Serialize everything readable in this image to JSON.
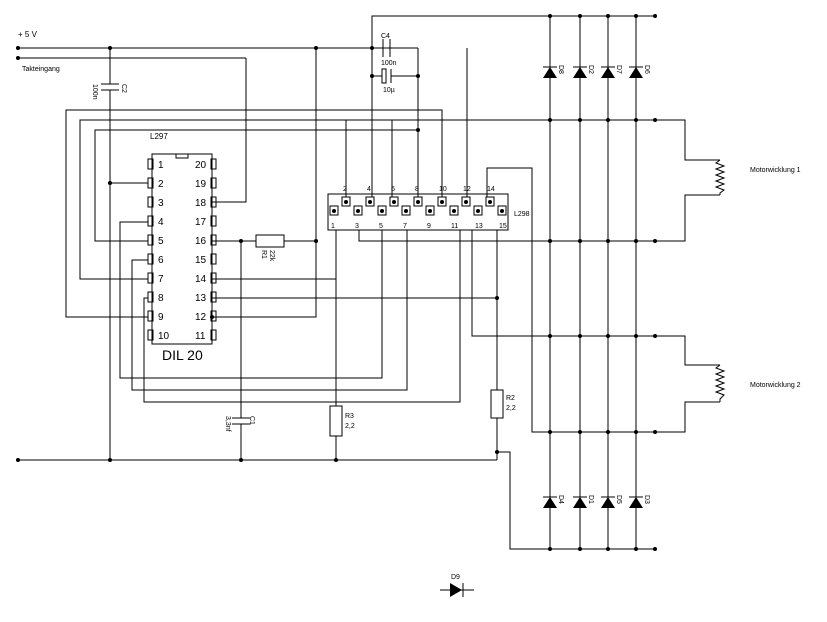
{
  "labels": {
    "vcc": "+ 5 V",
    "clock_input": "Takteingang",
    "ic1_name": "L297",
    "ic1_package": "DIL 20",
    "ic2_name": "L298",
    "winding1": "Motorwicklung 1",
    "winding2": "Motorwicklung 2"
  },
  "components": {
    "c2": {
      "ref": "C2",
      "value": "100n"
    },
    "c4": {
      "ref": "C4",
      "value": "100n"
    },
    "c_electrolytic": {
      "value": "10µ"
    },
    "c1": {
      "ref": "C1",
      "value": "3,3nf"
    },
    "r1": {
      "ref": "R1",
      "value": "22k"
    },
    "r2": {
      "ref": "R2",
      "value": "2,2"
    },
    "r3": {
      "ref": "R3",
      "value": "2,2"
    },
    "d9": {
      "ref": "D9"
    }
  },
  "dil_pins_left": [
    "1",
    "2",
    "3",
    "4",
    "5",
    "6",
    "7",
    "8",
    "9",
    "10"
  ],
  "dil_pins_right": [
    "20",
    "19",
    "18",
    "17",
    "16",
    "15",
    "14",
    "13",
    "12",
    "11"
  ],
  "l298_pins_top": [
    "2",
    "4",
    "6",
    "8",
    "10",
    "12",
    "14"
  ],
  "l298_pins_bottom": [
    "1",
    "3",
    "5",
    "7",
    "9",
    "11",
    "13",
    "15"
  ],
  "diodes_top": [
    "D8",
    "D2",
    "D7",
    "D6"
  ],
  "diodes_bottom": [
    "D4",
    "D1",
    "D5",
    "D3"
  ]
}
